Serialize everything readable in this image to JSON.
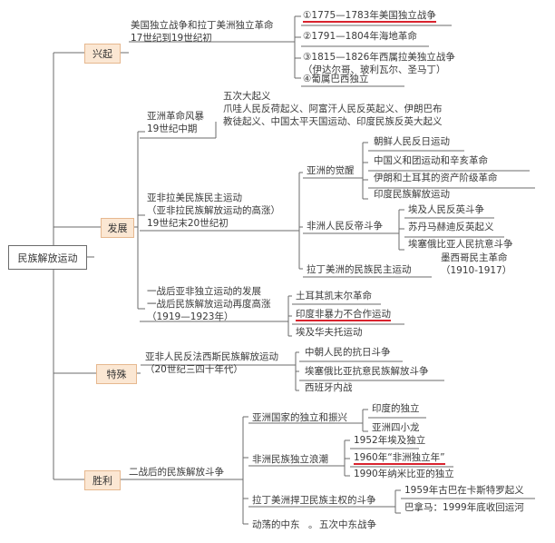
{
  "root": {
    "label": "民族解放运动"
  },
  "sections": {
    "xingqi": {
      "label": "兴起",
      "desc": [
        "美国独立战争和拉丁美洲独立革命",
        "17世纪到19世纪初"
      ],
      "items": [
        "①1775—1783年美国独立战争",
        "②1791—1804年海地革命",
        "③1815—1826年西属拉美独立战争",
        "（伊达尔哥、玻利瓦尔、圣马丁）",
        "④葡属巴西独立"
      ]
    },
    "fazhan": {
      "label": "发展",
      "asia_storm": {
        "desc": [
          "亚洲革命风暴",
          "19世纪中期"
        ],
        "text": [
          "五次大起义",
          "爪哇人民反荷起义、阿富汗人民反英起义、伊朗巴布",
          "教徒起义、中国太平天国运动、印度民族反英大起义"
        ]
      },
      "peak": {
        "desc": [
          "亚非拉美民族民主运动",
          "（亚非拉民族解放运动的高涨）",
          "19世纪末20世纪初"
        ],
        "asia_awake": {
          "label": "亚洲的觉醒",
          "items": [
            "朝鲜人民反日运动",
            "中国义和团运动和辛亥革命",
            "伊朗和土耳其的资产阶级革命",
            "印度民族解放运动"
          ]
        },
        "africa": {
          "label": "非洲人民反帝斗争",
          "items": [
            "埃及人民反英斗争",
            "苏丹马赫迪反英起义",
            "埃塞俄比亚人民抗意斗争"
          ]
        },
        "latin": {
          "label": "拉丁美洲的民族民主运动",
          "items": [
            "墨西哥民主革命",
            "（1910-1917）"
          ]
        }
      },
      "ww1": {
        "desc": [
          "一战后亚非独立运动的发展",
          "一战后民族解放运动再度高涨",
          "（1919—1923年）"
        ],
        "items": [
          "土耳其凯末尔革命",
          "印度非暴力不合作运动",
          "埃及华夫托运动"
        ]
      }
    },
    "teshu": {
      "label": "特殊",
      "desc": [
        "亚非人民反法西斯民族解放运动",
        "（20世纪三四十年代）"
      ],
      "items": [
        "中朝人民的抗日斗争",
        "埃塞俄比亚抗意民族解放斗争",
        "西班牙内战"
      ]
    },
    "shengli": {
      "label": "胜利",
      "desc": "二战后的民族解放斗争",
      "asia": {
        "label": "亚洲国家的独立和振兴",
        "items": [
          "印度的独立",
          "亚洲四小龙"
        ]
      },
      "africa": {
        "label": "非洲民族独立浪潮",
        "items": [
          "1952年埃及独立",
          "1960年“非洲独立年”",
          "1990年纳米比亚的独立"
        ]
      },
      "latin": {
        "label": "拉丁美洲捍卫民族主权的斗争",
        "items": [
          "1959年古巴在卡斯特罗起义",
          "巴拿马：1999年底收回运河"
        ]
      },
      "mideast": {
        "label": "动荡的中东",
        "sep": "。",
        "item": "五次中东战争"
      }
    }
  }
}
